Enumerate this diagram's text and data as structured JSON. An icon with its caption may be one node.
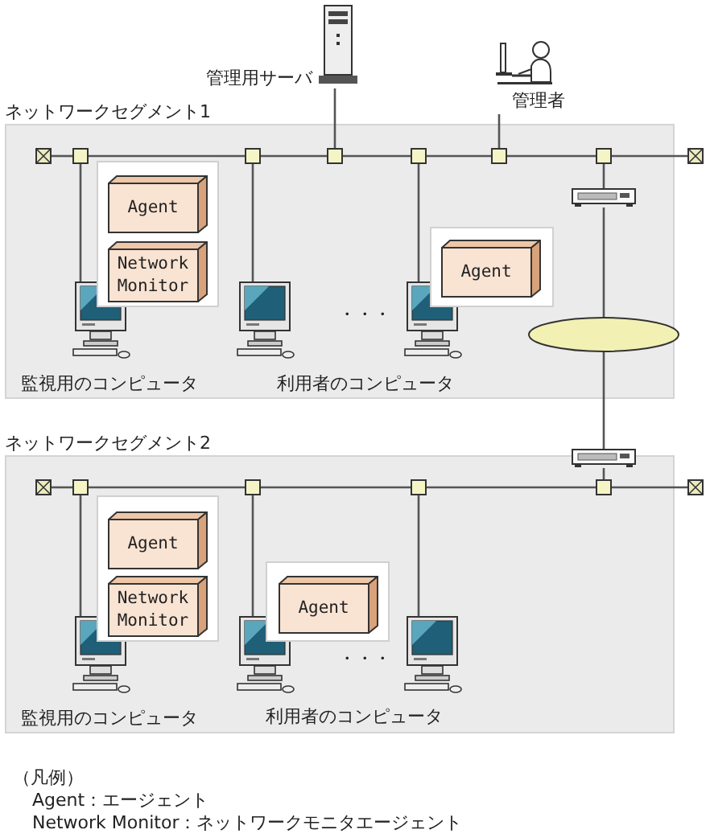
{
  "diagram": {
    "nodes": [
      {
        "text": [
          "管理用サーバ"
        ]
      },
      {
        "text": [
          "管理者"
        ]
      },
      {
        "text": [
          "ネットワークセグメント1"
        ]
      },
      {
        "text": [],
        "shape": "terminator",
        "in": 2
      },
      {
        "text": [],
        "shape": "square",
        "in": 2
      },
      {
        "text": [],
        "shape": "square",
        "in": 2
      },
      {
        "text": [],
        "shape": "square",
        "in": 2
      },
      {
        "text": [],
        "shape": "square",
        "in": 2
      },
      {
        "text": [],
        "shape": "square",
        "in": 2
      },
      {
        "text": [],
        "shape": "square",
        "in": 2
      },
      {
        "text": [],
        "shape": "terminator"
      },
      {
        "text": [],
        "shape": "router",
        "in": 2
      },
      {
        "text": [],
        "shape": "box",
        "in": 2
      },
      {
        "text": [
          "Agent"
        ],
        "in": 12
      },
      {
        "text": [
          "Network Monitor"
        ],
        "in": 12
      },
      {
        "text": [],
        "shape": "box",
        "in": 2
      },
      {
        "text": [
          "Agent"
        ],
        "in": 15
      },
      {
        "text": [
          "監視用のコンピュータ"
        ],
        "in": 2
      },
      {
        "text": [],
        "shape": "computer",
        "in": 2
      },
      {
        "text": [],
        "shape": "computer",
        "in": 2
      },
      {
        "text": [],
        "shape": "ellipse",
        "in": 2
      },
      {
        "text": [
          "ネットワークセグメント2"
        ]
      },
      {
        "text": [],
        "shape": "router"
      },
      {
        "text": [],
        "shape": "terminator",
        "in": 21
      },
      {
        "text": [],
        "shape": "square",
        "in": 21
      },
      {
        "text": [],
        "shape": "square",
        "in": 21
      },
      {
        "text": [],
        "shape": "square",
        "in": 21
      },
      {
        "text": [],
        "shape": "square",
        "in": 21
      },
      {
        "text": [],
        "shape": "terminator"
      },
      {
        "text": [],
        "shape": "box",
        "in": 21
      },
      {
        "text": [
          "Agent"
        ],
        "in": 29
      },
      {
        "text": [
          "Network Monitor"
        ],
        "in": 29
      },
      {
        "text": [],
        "shape": "box",
        "in": 21
      },
      {
        "text": [
          "Agent"
        ],
        "in": 32
      },
      {
        "text": [
          "監視用のコンピュータ"
        ],
        "in": 21
      },
      {
        "text": [],
        "shape": "computer",
        "in": 21
      },
      {
        "text": [],
        "shape": "computer",
        "in": 21
      }
    ],
    "edges": [
      {
        "from": 3,
        "to": 4,
        "arrow": "none"
      },
      {
        "from": 4,
        "to": 5,
        "arrow": "none"
      },
      {
        "from": 5,
        "to": 6,
        "arrow": "none"
      },
      {
        "from": 6,
        "to": 7,
        "arrow": "none"
      },
      {
        "from": 7,
        "to": 8,
        "arrow": "none"
      },
      {
        "from": 8,
        "to": 9,
        "arrow": "none"
      },
      {
        "from": 9,
        "to": 10,
        "arrow": "none"
      },
      {
        "from": 0,
        "to": 6,
        "arrow": "none"
      },
      {
        "from": 1,
        "to": 8,
        "arrow": "none"
      },
      {
        "from": 4,
        "to": 17,
        "arrow": "none"
      },
      {
        "from": 5,
        "to": 18,
        "arrow": "none"
      },
      {
        "from": 7,
        "to": 19,
        "arrow": "none"
      },
      {
        "from": 9,
        "to": 11,
        "arrow": "none"
      },
      {
        "from": 11,
        "to": 20,
        "arrow": "none"
      },
      {
        "from": 20,
        "to": 22,
        "arrow": "none"
      },
      {
        "from": 22,
        "to": 27,
        "arrow": "none"
      },
      {
        "from": 23,
        "to": 24,
        "arrow": "none"
      },
      {
        "from": 24,
        "to": 25,
        "arrow": "none"
      },
      {
        "from": 25,
        "to": 26,
        "arrow": "none"
      },
      {
        "from": 26,
        "to": 27,
        "arrow": "none"
      },
      {
        "from": 27,
        "to": 28,
        "arrow": "none"
      },
      {
        "from": 24,
        "to": 34,
        "arrow": "none"
      },
      {
        "from": 25,
        "to": 35,
        "arrow": "none"
      },
      {
        "from": 26,
        "to": 36,
        "arrow": "none"
      }
    ],
    "labels": [
      "・・・",
      "利用者のコンピュータ",
      "・・・",
      "利用者のコンピュータ",
      "（凡例）",
      "Agent：エージェント",
      "Network Monitor：ネットワークモニタエージェント"
    ]
  }
}
